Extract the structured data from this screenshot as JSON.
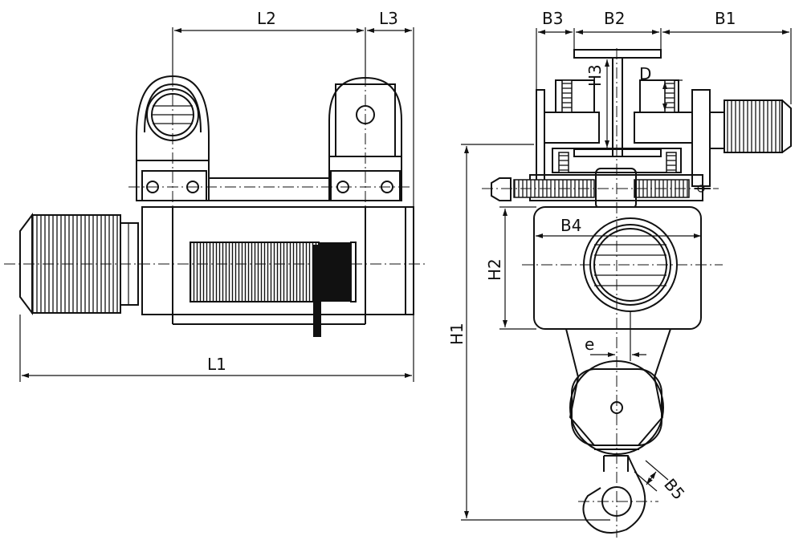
{
  "labels": {
    "L1": "L1",
    "L2": "L2",
    "L3": "L3",
    "B1": "B1",
    "B2": "B2",
    "B3": "B3",
    "B4": "B4",
    "B5": "B5",
    "H1": "H1",
    "H2": "H2",
    "H3": "H3",
    "D": "D",
    "e": "e"
  },
  "colors": {
    "line": "#111111",
    "background": "#ffffff"
  }
}
